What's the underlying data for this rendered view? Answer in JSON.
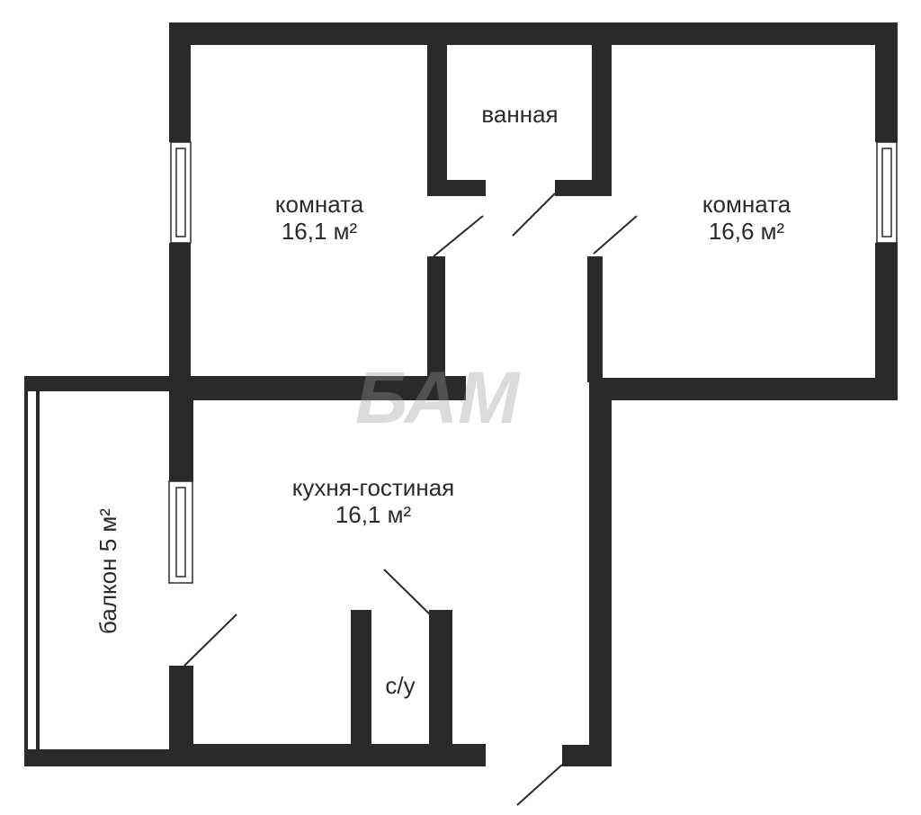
{
  "plan": {
    "watermark": "БАМ",
    "rooms": [
      {
        "name": "комната",
        "area": "16,1 м²"
      },
      {
        "name": "ванная"
      },
      {
        "name": "комната",
        "area": "16,6 м²"
      },
      {
        "name": "кухня-гостиная",
        "area": "16,1 м²"
      },
      {
        "name": "балкон 5 м²"
      },
      {
        "name": "с/у"
      }
    ]
  }
}
